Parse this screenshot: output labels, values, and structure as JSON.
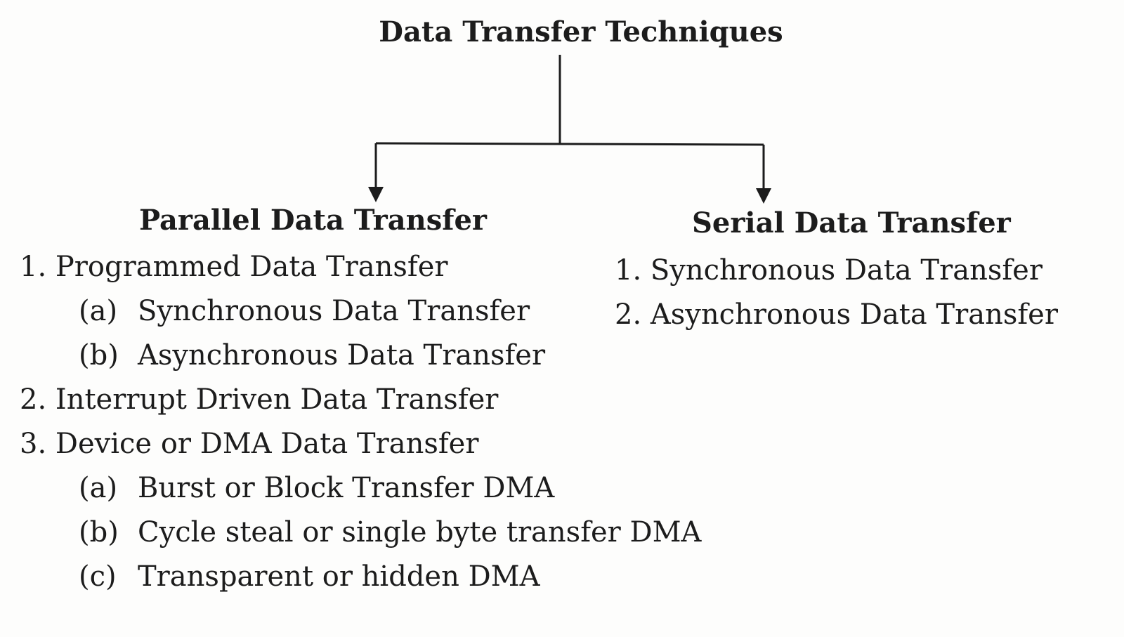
{
  "root": {
    "title": "Data Transfer Techniques"
  },
  "parallel": {
    "title": "Parallel Data Transfer",
    "items": [
      {
        "marker": "1.",
        "text": "Programmed Data Transfer",
        "subs": [
          {
            "marker": "(a)",
            "text": "Synchronous Data Transfer"
          },
          {
            "marker": "(b)",
            "text": "Asynchronous Data Transfer"
          }
        ]
      },
      {
        "marker": "2.",
        "text": "Interrupt Driven Data Transfer",
        "subs": []
      },
      {
        "marker": "3.",
        "text": "Device or DMA Data Transfer",
        "subs": [
          {
            "marker": "(a)",
            "text": "Burst or Block Transfer DMA"
          },
          {
            "marker": "(b)",
            "text": "Cycle steal or single byte transfer DMA"
          },
          {
            "marker": "(c)",
            "text": "Transparent or hidden DMA"
          }
        ]
      }
    ]
  },
  "serial": {
    "title": "Serial Data Transfer",
    "items": [
      {
        "marker": "1.",
        "text": "Synchronous Data Transfer",
        "subs": []
      },
      {
        "marker": "2.",
        "text": "Asynchronous Data Transfer",
        "subs": []
      }
    ]
  },
  "colors": {
    "ink": "#1c1c1c",
    "paper": "#fdfdfc"
  }
}
